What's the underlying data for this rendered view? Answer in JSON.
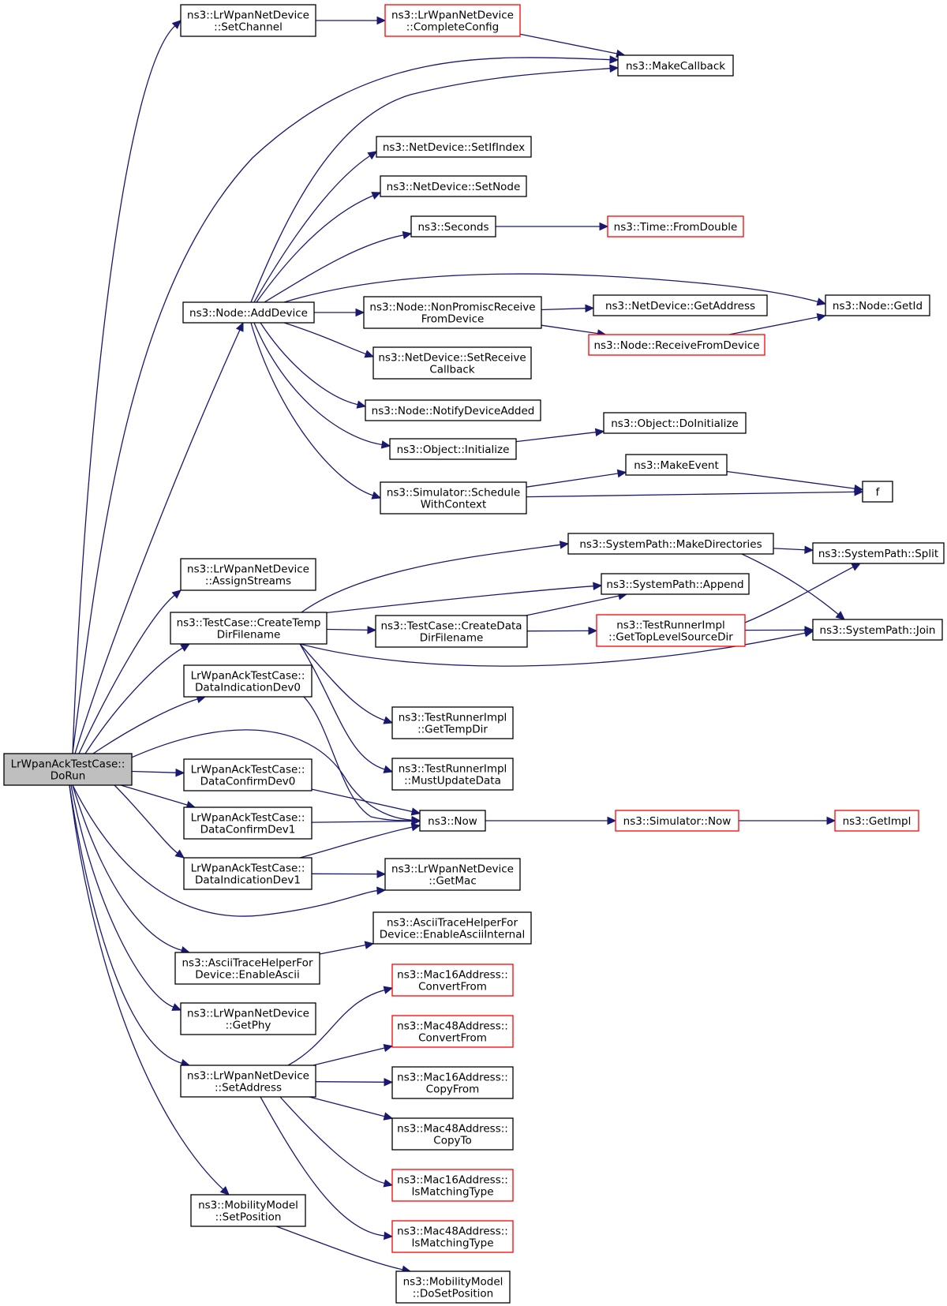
{
  "nodes": {
    "doRun": {
      "lines": [
        "LrWpanAckTestCase::",
        "DoRun"
      ],
      "style": "root"
    },
    "setChannel": {
      "lines": [
        "ns3::LrWpanNetDevice",
        "::SetChannel"
      ],
      "style": "normal"
    },
    "completeConfig": {
      "lines": [
        "ns3::LrWpanNetDevice",
        "::CompleteConfig"
      ],
      "style": "red"
    },
    "makeCallback": {
      "lines": [
        "ns3::MakeCallback"
      ],
      "style": "normal"
    },
    "addDevice": {
      "lines": [
        "ns3::Node::AddDevice"
      ],
      "style": "normal"
    },
    "setIfIndex": {
      "lines": [
        "ns3::NetDevice::SetIfIndex"
      ],
      "style": "normal"
    },
    "setNode": {
      "lines": [
        "ns3::NetDevice::SetNode"
      ],
      "style": "normal"
    },
    "seconds": {
      "lines": [
        "ns3::Seconds"
      ],
      "style": "normal"
    },
    "fromDouble": {
      "lines": [
        "ns3::Time::FromDouble"
      ],
      "style": "red"
    },
    "getId": {
      "lines": [
        "ns3::Node::GetId"
      ],
      "style": "normal"
    },
    "nonPromisc": {
      "lines": [
        "ns3::Node::NonPromiscReceive",
        "FromDevice"
      ],
      "style": "normal"
    },
    "getAddress": {
      "lines": [
        "ns3::NetDevice::GetAddress"
      ],
      "style": "normal"
    },
    "receiveFromDevice": {
      "lines": [
        "ns3::Node::ReceiveFromDevice"
      ],
      "style": "red"
    },
    "setReceiveCallback": {
      "lines": [
        "ns3::NetDevice::SetReceive",
        "Callback"
      ],
      "style": "normal"
    },
    "notifyDeviceAdded": {
      "lines": [
        "ns3::Node::NotifyDeviceAdded"
      ],
      "style": "normal"
    },
    "doInitialize": {
      "lines": [
        "ns3::Object::DoInitialize"
      ],
      "style": "normal"
    },
    "initialize": {
      "lines": [
        "ns3::Object::Initialize"
      ],
      "style": "normal"
    },
    "makeEvent": {
      "lines": [
        "ns3::MakeEvent"
      ],
      "style": "normal"
    },
    "scheduleWithContext": {
      "lines": [
        "ns3::Simulator::Schedule",
        "WithContext"
      ],
      "style": "normal"
    },
    "f": {
      "lines": [
        "f"
      ],
      "style": "normal"
    },
    "assignStreams": {
      "lines": [
        "ns3::LrWpanNetDevice",
        "::AssignStreams"
      ],
      "style": "normal"
    },
    "makeDirectories": {
      "lines": [
        "ns3::SystemPath::MakeDirectories"
      ],
      "style": "normal"
    },
    "split": {
      "lines": [
        "ns3::SystemPath::Split"
      ],
      "style": "normal"
    },
    "append": {
      "lines": [
        "ns3::SystemPath::Append"
      ],
      "style": "normal"
    },
    "createTempDir": {
      "lines": [
        "ns3::TestCase::CreateTemp",
        "DirFilename"
      ],
      "style": "normal"
    },
    "createDataDir": {
      "lines": [
        "ns3::TestCase::CreateData",
        "DirFilename"
      ],
      "style": "normal"
    },
    "getTopLevel": {
      "lines": [
        "ns3::TestRunnerImpl",
        "::GetTopLevelSourceDir"
      ],
      "style": "red"
    },
    "join": {
      "lines": [
        "ns3::SystemPath::Join"
      ],
      "style": "normal"
    },
    "dataIndDev0": {
      "lines": [
        "LrWpanAckTestCase::",
        "DataIndicationDev0"
      ],
      "style": "normal"
    },
    "getTempDir": {
      "lines": [
        "ns3::TestRunnerImpl",
        "::GetTempDir"
      ],
      "style": "normal"
    },
    "mustUpdate": {
      "lines": [
        "ns3::TestRunnerImpl",
        "::MustUpdateData"
      ],
      "style": "normal"
    },
    "dataConfDev0": {
      "lines": [
        "LrWpanAckTestCase::",
        "DataConfirmDev0"
      ],
      "style": "normal"
    },
    "dataConfDev1": {
      "lines": [
        "LrWpanAckTestCase::",
        "DataConfirmDev1"
      ],
      "style": "normal"
    },
    "now": {
      "lines": [
        "ns3::Now"
      ],
      "style": "normal"
    },
    "simNow": {
      "lines": [
        "ns3::Simulator::Now"
      ],
      "style": "red"
    },
    "getImpl": {
      "lines": [
        "ns3::GetImpl"
      ],
      "style": "red"
    },
    "dataIndDev1": {
      "lines": [
        "LrWpanAckTestCase::",
        "DataIndicationDev1"
      ],
      "style": "normal"
    },
    "getMac": {
      "lines": [
        "ns3::LrWpanNetDevice",
        "::GetMac"
      ],
      "style": "normal"
    },
    "enableAsciiInternal": {
      "lines": [
        "ns3::AsciiTraceHelperFor",
        "Device::EnableAsciiInternal"
      ],
      "style": "normal"
    },
    "enableAscii": {
      "lines": [
        "ns3::AsciiTraceHelperFor",
        "Device::EnableAscii"
      ],
      "style": "normal"
    },
    "m16ConvertFrom": {
      "lines": [
        "ns3::Mac16Address::",
        "ConvertFrom"
      ],
      "style": "red"
    },
    "getPhy": {
      "lines": [
        "ns3::LrWpanNetDevice",
        "::GetPhy"
      ],
      "style": "normal"
    },
    "m48ConvertFrom": {
      "lines": [
        "ns3::Mac48Address::",
        "ConvertFrom"
      ],
      "style": "red"
    },
    "setAddress": {
      "lines": [
        "ns3::LrWpanNetDevice",
        "::SetAddress"
      ],
      "style": "normal"
    },
    "m16CopyFrom": {
      "lines": [
        "ns3::Mac16Address::",
        "CopyFrom"
      ],
      "style": "normal"
    },
    "m48CopyTo": {
      "lines": [
        "ns3::Mac48Address::",
        "CopyTo"
      ],
      "style": "normal"
    },
    "m16IsMatching": {
      "lines": [
        "ns3::Mac16Address::",
        "IsMatchingType"
      ],
      "style": "red"
    },
    "m48IsMatching": {
      "lines": [
        "ns3::Mac48Address::",
        "IsMatchingType"
      ],
      "style": "red"
    },
    "setPosition": {
      "lines": [
        "ns3::MobilityModel",
        "::SetPosition"
      ],
      "style": "normal"
    },
    "doSetPosition": {
      "lines": [
        "ns3::MobilityModel",
        "::DoSetPosition"
      ],
      "style": "normal"
    }
  },
  "edges": [
    [
      "doRun",
      "setChannel"
    ],
    [
      "doRun",
      "makeCallback"
    ],
    [
      "doRun",
      "addDevice"
    ],
    [
      "doRun",
      "assignStreams"
    ],
    [
      "doRun",
      "createTempDir"
    ],
    [
      "doRun",
      "dataIndDev0"
    ],
    [
      "doRun",
      "now"
    ],
    [
      "doRun",
      "dataConfDev0"
    ],
    [
      "doRun",
      "dataConfDev1"
    ],
    [
      "doRun",
      "dataIndDev1"
    ],
    [
      "doRun",
      "getMac"
    ],
    [
      "doRun",
      "enableAscii"
    ],
    [
      "doRun",
      "getPhy"
    ],
    [
      "doRun",
      "setAddress"
    ],
    [
      "doRun",
      "setPosition"
    ],
    [
      "setChannel",
      "completeConfig"
    ],
    [
      "completeConfig",
      "makeCallback"
    ],
    [
      "addDevice",
      "makeCallback"
    ],
    [
      "addDevice",
      "setIfIndex"
    ],
    [
      "addDevice",
      "setNode"
    ],
    [
      "addDevice",
      "seconds"
    ],
    [
      "addDevice",
      "getId"
    ],
    [
      "addDevice",
      "nonPromisc"
    ],
    [
      "addDevice",
      "setReceiveCallback"
    ],
    [
      "addDevice",
      "notifyDeviceAdded"
    ],
    [
      "addDevice",
      "initialize"
    ],
    [
      "addDevice",
      "scheduleWithContext"
    ],
    [
      "seconds",
      "fromDouble"
    ],
    [
      "nonPromisc",
      "getAddress"
    ],
    [
      "nonPromisc",
      "receiveFromDevice"
    ],
    [
      "receiveFromDevice",
      "getId"
    ],
    [
      "initialize",
      "doInitialize"
    ],
    [
      "scheduleWithContext",
      "makeEvent"
    ],
    [
      "scheduleWithContext",
      "f"
    ],
    [
      "makeEvent",
      "f"
    ],
    [
      "createTempDir",
      "makeDirectories"
    ],
    [
      "createTempDir",
      "append"
    ],
    [
      "createTempDir",
      "createDataDir"
    ],
    [
      "createTempDir",
      "join"
    ],
    [
      "createTempDir",
      "getTempDir"
    ],
    [
      "createTempDir",
      "mustUpdate"
    ],
    [
      "makeDirectories",
      "split"
    ],
    [
      "makeDirectories",
      "join"
    ],
    [
      "createDataDir",
      "append"
    ],
    [
      "createDataDir",
      "getTopLevel"
    ],
    [
      "getTopLevel",
      "split"
    ],
    [
      "getTopLevel",
      "join"
    ],
    [
      "dataIndDev0",
      "now"
    ],
    [
      "dataConfDev0",
      "now"
    ],
    [
      "dataConfDev1",
      "now"
    ],
    [
      "dataIndDev1",
      "now"
    ],
    [
      "dataIndDev1",
      "getMac"
    ],
    [
      "now",
      "simNow"
    ],
    [
      "simNow",
      "getImpl"
    ],
    [
      "enableAscii",
      "enableAsciiInternal"
    ],
    [
      "setAddress",
      "m16ConvertFrom"
    ],
    [
      "setAddress",
      "m48ConvertFrom"
    ],
    [
      "setAddress",
      "m16CopyFrom"
    ],
    [
      "setAddress",
      "m48CopyTo"
    ],
    [
      "setAddress",
      "m16IsMatching"
    ],
    [
      "setAddress",
      "m48IsMatching"
    ],
    [
      "setPosition",
      "doSetPosition"
    ]
  ],
  "colors": {
    "edge": "#191970",
    "red_border": "#ff0000",
    "root_fill": "#bfbfbf"
  }
}
